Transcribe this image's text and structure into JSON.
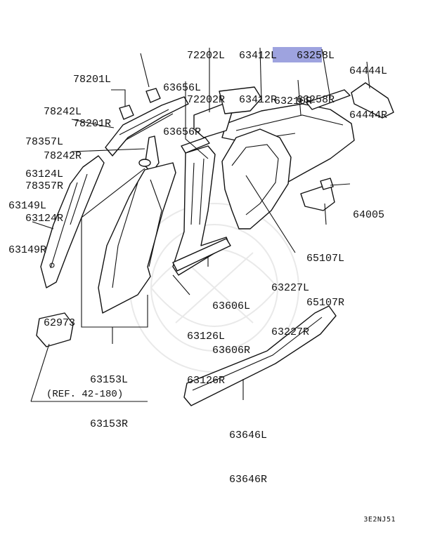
{
  "labels": {
    "p78201": [
      "78201L",
      "78201R"
    ],
    "p72202": [
      "72202L",
      "72202R"
    ],
    "p63412": [
      "63412L",
      "63412R"
    ],
    "p63258": [
      "63258L",
      "63258R"
    ],
    "p64444": [
      "64444L",
      "64444R"
    ],
    "p63656": [
      "63656L",
      "63656R"
    ],
    "p63210": [
      "63210R"
    ],
    "p78242": [
      "78242L",
      "78242R"
    ],
    "p78357": [
      "78357L",
      "78357R"
    ],
    "p63124": [
      "63124L",
      "63124R"
    ],
    "p63149": [
      "63149L",
      "63149R"
    ],
    "p64005": [
      "64005"
    ],
    "p65107": [
      "65107L",
      "65107R"
    ],
    "p63227": [
      "63227L",
      "63227R"
    ],
    "p63606": [
      "63606L",
      "63606R"
    ],
    "p62973": [
      "62973"
    ],
    "p63126": [
      "63126L",
      "63126R"
    ],
    "p63153": [
      "63153L",
      "63153R"
    ],
    "p63646": [
      "63646L",
      "63646R"
    ]
  },
  "reference_note": "(REF. 42-180)",
  "diagram_id": "3E2NJ51",
  "colors": {
    "highlight": "#9ea3df",
    "line": "#111111"
  }
}
